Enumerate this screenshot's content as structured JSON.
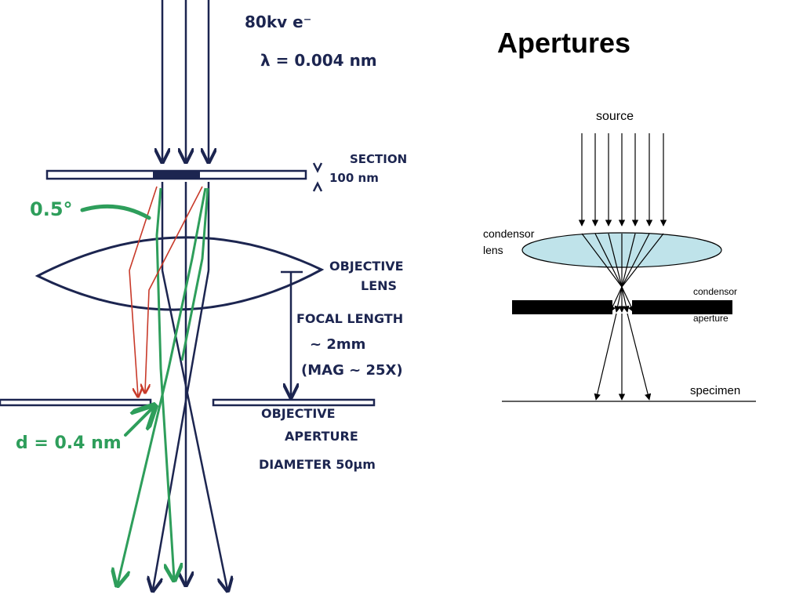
{
  "slide": {
    "title": "Apertures"
  },
  "sketch": {
    "energy": "80kv e⁻",
    "wavelength": "λ = 0.004 nm",
    "section": "SECTION",
    "thickness": "100 nm",
    "angle": "0.5°",
    "lens_line1": "OBJECTIVE",
    "lens_line2": "LENS",
    "focal_line1": "FOCAL LENGTH",
    "focal_line2": "~ 2mm",
    "focal_line3": "(MAG ~ 25X)",
    "aperture_line1": "OBJECTIVE",
    "aperture_line2": "APERTURE",
    "aperture_line3": "DIAMETER 50μm",
    "resolution": "d = 0.4 nm",
    "colors": {
      "ink": "#1c2550",
      "green": "#2e9e5b",
      "red": "#c83a2a"
    }
  },
  "schematic": {
    "source_label": "source",
    "condensor_lens_label_1": "condensor",
    "condensor_lens_label_2": "lens",
    "condensor_aperture_label_1": "condensor",
    "condensor_aperture_label_2": "aperture",
    "specimen_label": "specimen",
    "colors": {
      "lens_fill": "#bfe3ea",
      "lines": "#000000"
    }
  }
}
